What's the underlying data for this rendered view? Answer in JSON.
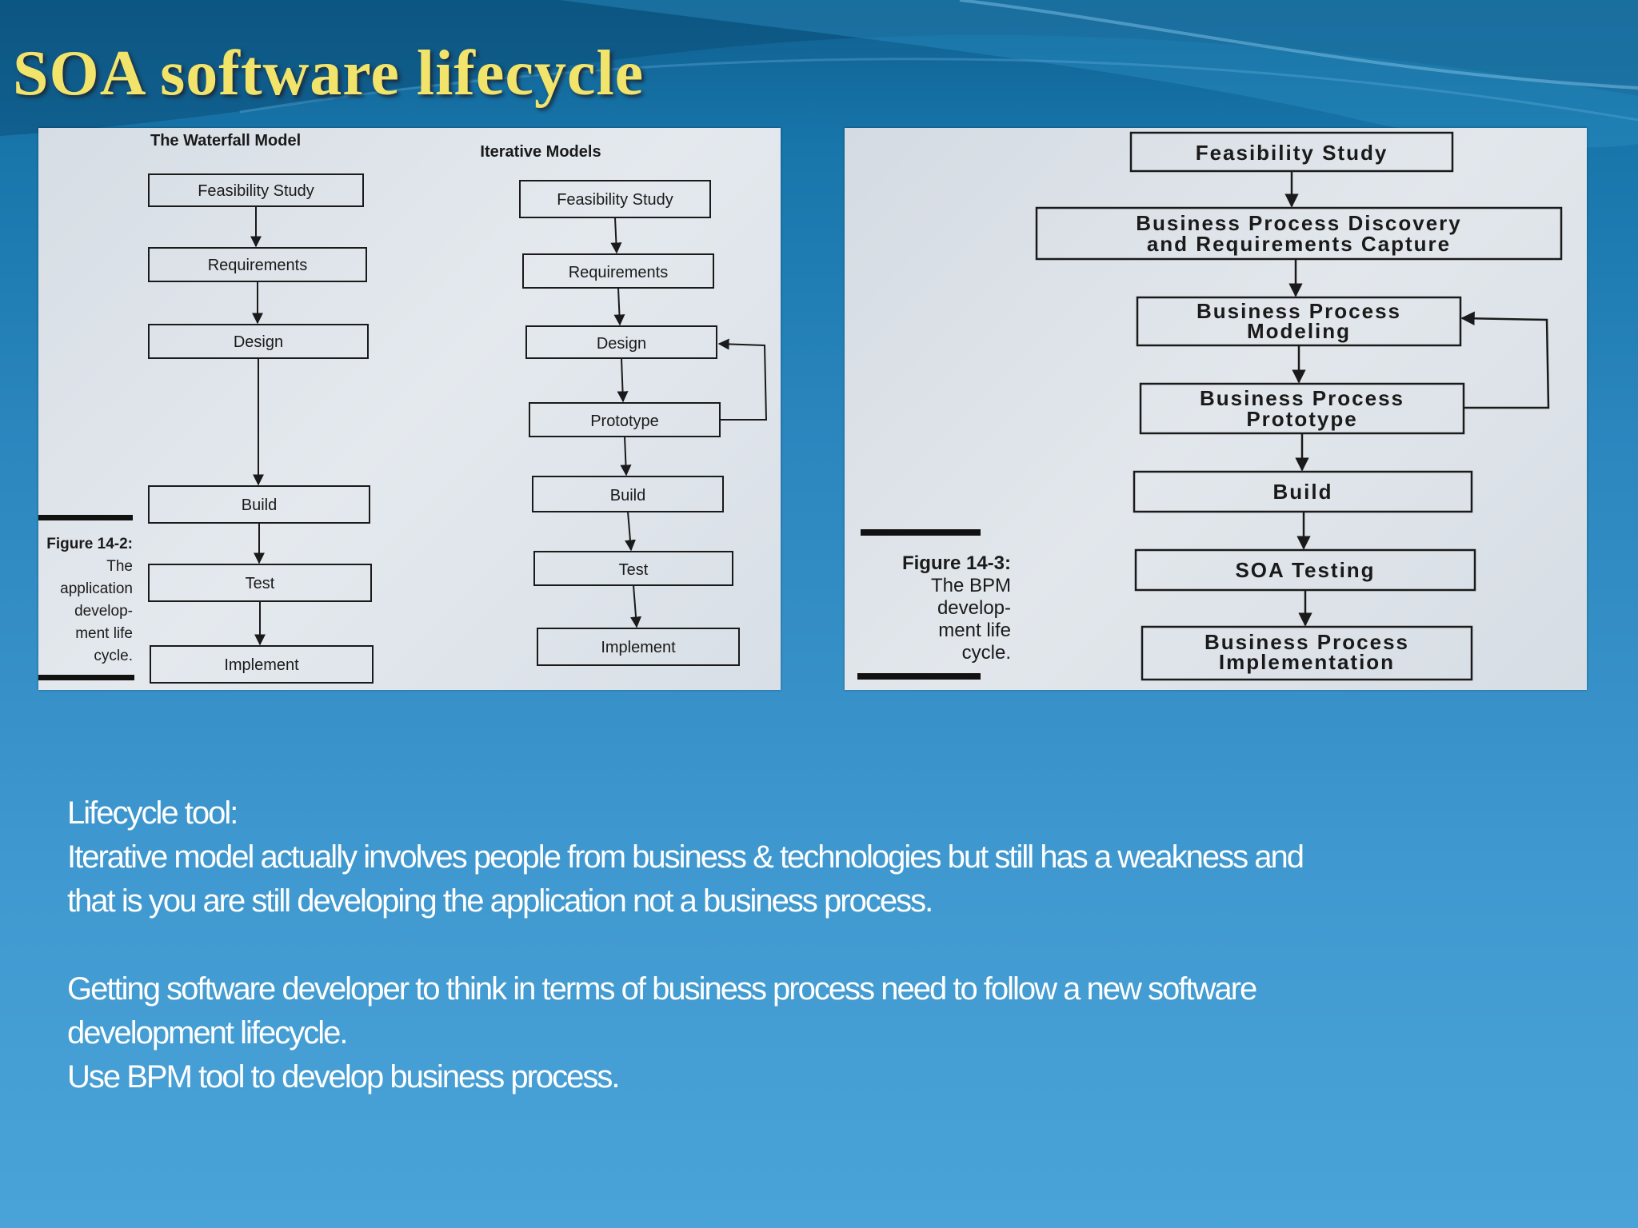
{
  "slide": {
    "title": "SOA software lifecycle"
  },
  "waterfall": {
    "heading": "The Waterfall Model",
    "steps": [
      "Feasibility Study",
      "Requirements",
      "Design",
      "Build",
      "Test",
      "Implement"
    ],
    "caption": [
      "Figure 14-2:",
      "The",
      "application",
      "develop-",
      "ment life",
      "cycle."
    ]
  },
  "iterative": {
    "heading": "Iterative Models",
    "steps": [
      "Feasibility Study",
      "Requirements",
      "Design",
      "Prototype",
      "Build",
      "Test",
      "Implement"
    ]
  },
  "bpm": {
    "steps": [
      [
        "Feasibility Study"
      ],
      [
        "Business Process Discovery",
        "and Requirements Capture"
      ],
      [
        "Business Process",
        "Modeling"
      ],
      [
        "Business Process",
        "Prototype"
      ],
      [
        "Build"
      ],
      [
        "SOA Testing"
      ],
      [
        "Business Process",
        "Implementation"
      ]
    ],
    "caption": [
      "Figure 14-3:",
      "The BPM",
      "develop-",
      "ment life",
      "cycle."
    ]
  },
  "body": {
    "line1": "Lifecycle tool:",
    "line2": "Iterative model actually involves people from business & technologies but still has a weakness and",
    "line3": "that is you are still developing the application not a business process.",
    "line4": "Getting software developer to think in terms of business process need to follow a new software",
    "line5": "development lifecycle.",
    "line6": "Use BPM tool to develop business process."
  },
  "colors": {
    "title": "#f2e36b",
    "body_text": "#ffffff",
    "diagram_ink": "#1a1a1a"
  }
}
